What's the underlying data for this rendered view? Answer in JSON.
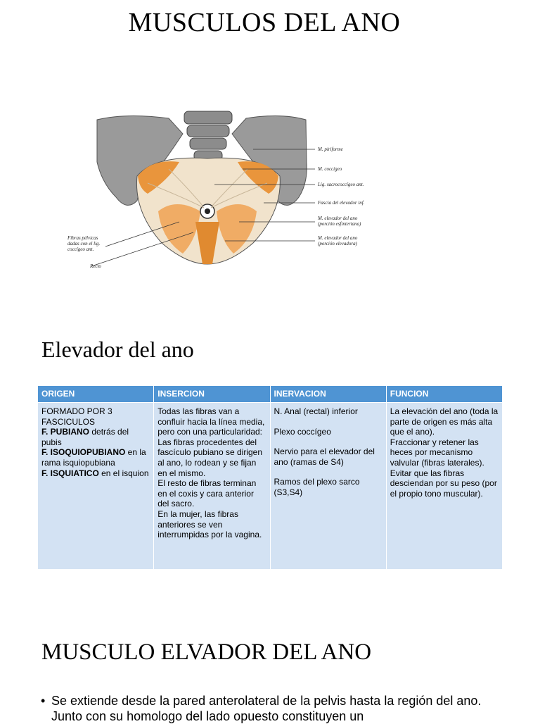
{
  "title": "MUSCULOS DEL ANO",
  "figure": {
    "labels_right": [
      "M. piriforme",
      "M. coccígeo",
      "Lig. sacrococcígeo ant.",
      "Fascia del elevador inf.",
      "M. elevador del ano",
      "(porción esfinteriana)",
      "M. elevador del ano",
      "(porción elevadora)"
    ],
    "labels_left": [
      "Fibras pélvicas",
      "dadas con el lig.",
      "coccígeo ant.",
      "Recto"
    ]
  },
  "subtitle": "Elevador del ano",
  "table": {
    "headers": [
      "ORIGEN",
      "INSERCION",
      "INERVACION",
      "FUNCION"
    ],
    "origen": {
      "l1": "FORMADO POR  3",
      "l2": "FASCICULOS",
      "f1_b": "F. PUBIANO",
      "f1_t": " detrás del pubis",
      "f2_b": "F. ISOQUIOPUBIANO",
      "f2_t": "  en la rama isquiopubiana",
      "f3_b": "F. ISQUIATICO",
      "f3_t": " en el isquion"
    },
    "insercion": {
      "p1": "Todas las fibras van a confluir hacia la línea media, pero con una particularidad:",
      "p2": "Las fibras procedentes del fascículo pubiano se dirigen al ano, lo rodean y se fijan en el mismo.",
      "p3": "El resto de fibras terminan en el coxis y cara anterior del sacro.",
      "p4": "En la mujer, las fibras anteriores se ven interrumpidas por la vagina."
    },
    "inervacion": {
      "p1": "N. Anal (rectal) inferior",
      "p2": "Plexo coccígeo",
      "p3": "Nervio para el elevador del ano  (ramas de S4)",
      "p4": "Ramos del plexo sarco (S3,S4)"
    },
    "funcion": {
      "p1": "La elevación del ano (toda la parte de origen es más alta que el ano).",
      "p2": "Fraccionar y retener las heces por mecanismo valvular (fibras laterales).",
      "p3": "Evitar que las fibras desciendan por su peso (por el propio tono muscular)."
    }
  },
  "heading2": "MUSCULO ELVADOR DEL ANO",
  "bullet": "Se extiende desde la pared anterolateral  de la pelvis hasta la región del ano. Junto con su homologo del lado opuesto constituyen un",
  "colors": {
    "header": "#4f94d3",
    "cell": "#d3e2f3",
    "muscle": "#e9953c"
  }
}
